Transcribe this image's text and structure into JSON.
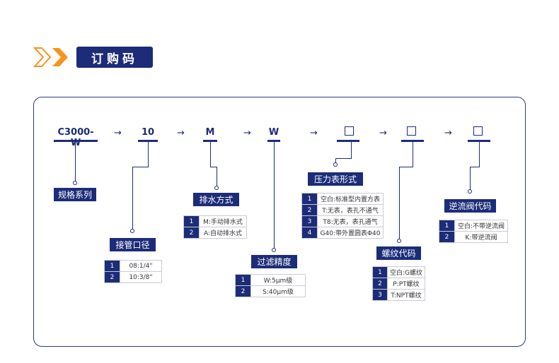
{
  "header": {
    "title": "订购码"
  },
  "codes": [
    "C3000-W",
    "10",
    "M",
    "W"
  ],
  "arrow": "→",
  "groups": {
    "series": {
      "label": "规格系列"
    },
    "pipe": {
      "label": "接管口径",
      "rows": [
        {
          "n": "1",
          "t": "08:1/4\""
        },
        {
          "n": "2",
          "t": "10:3/8\""
        }
      ]
    },
    "drain": {
      "label": "排水方式",
      "rows": [
        {
          "n": "1",
          "t": "M:手动排水式"
        },
        {
          "n": "2",
          "t": "A:自动排水式"
        }
      ]
    },
    "filter": {
      "label": "过滤精度",
      "rows": [
        {
          "n": "1",
          "t": "W:5μm级"
        },
        {
          "n": "2",
          "t": "S:40μm级"
        }
      ]
    },
    "gauge": {
      "label": "压力表形式",
      "rows": [
        {
          "n": "1",
          "t": "空白:标准型内置方表"
        },
        {
          "n": "2",
          "t": "T:无表，表孔不通气"
        },
        {
          "n": "3",
          "t": "T8:无表，表孔通气"
        },
        {
          "n": "4",
          "t": "G40:带外置圆表Φ40"
        }
      ]
    },
    "thread": {
      "label": "螺纹代码",
      "rows": [
        {
          "n": "1",
          "t": "空白:G螺纹"
        },
        {
          "n": "2",
          "t": "P:PT螺纹"
        },
        {
          "n": "3",
          "t": "T:NPT螺纹"
        }
      ]
    },
    "check": {
      "label": "逆流阀代码",
      "rows": [
        {
          "n": "1",
          "t": "空白:不带逆流阀"
        },
        {
          "n": "2",
          "t": "K:带逆流阀"
        }
      ]
    }
  },
  "colors": {
    "primary": "#1c2c78",
    "accent": "#f7941d"
  }
}
